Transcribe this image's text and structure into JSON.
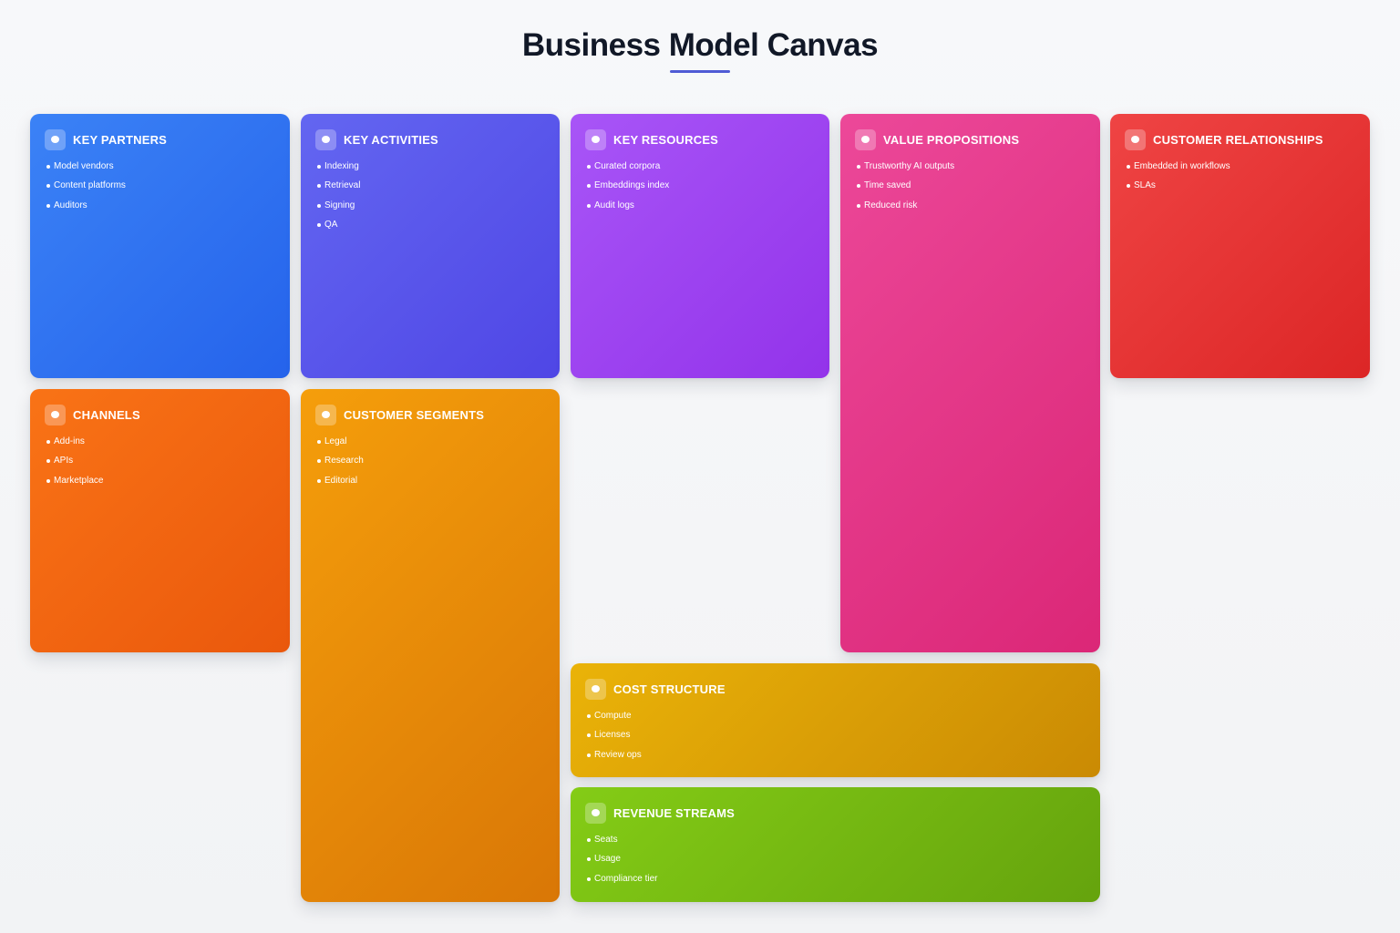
{
  "page": {
    "title": "Business Model Canvas",
    "accent_color": "#4f5bd5"
  },
  "blocks": {
    "key_partners": {
      "title": "KEY PARTNERS",
      "color": "#3b82f6",
      "icon": "dot-icon",
      "items": [
        "Model vendors",
        "Content platforms",
        "Auditors"
      ]
    },
    "key_activities": {
      "title": "KEY ACTIVITIES",
      "color": "#6366f1",
      "icon": "dot-icon",
      "items": [
        "Indexing",
        "Retrieval",
        "Signing",
        "QA"
      ]
    },
    "key_resources": {
      "title": "KEY RESOURCES",
      "color": "#a855f7",
      "icon": "dot-icon",
      "items": [
        "Curated corpora",
        "Embeddings index",
        "Audit logs"
      ]
    },
    "value_propositions": {
      "title": "VALUE PROPOSITIONS",
      "color": "#ec4899",
      "icon": "dot-icon",
      "items": [
        "Trustworthy AI outputs",
        "Time saved",
        "Reduced risk"
      ]
    },
    "customer_relationships": {
      "title": "CUSTOMER RELATIONSHIPS",
      "color": "#ef4444",
      "icon": "dot-icon",
      "items": [
        "Embedded in workflows",
        "SLAs"
      ]
    },
    "channels": {
      "title": "CHANNELS",
      "color": "#f97316",
      "icon": "dot-icon",
      "items": [
        "Add-ins",
        "APIs",
        "Marketplace"
      ]
    },
    "customer_segments": {
      "title": "CUSTOMER SEGMENTS",
      "color": "#f59e0b",
      "icon": "dot-icon",
      "items": [
        "Legal",
        "Research",
        "Editorial"
      ]
    },
    "cost_structure": {
      "title": "COST STRUCTURE",
      "color": "#eab308",
      "icon": "dot-icon",
      "items": [
        "Compute",
        "Licenses",
        "Review ops"
      ]
    },
    "revenue_streams": {
      "title": "REVENUE STREAMS",
      "color": "#84cc16",
      "icon": "dot-icon",
      "items": [
        "Seats",
        "Usage",
        "Compliance tier"
      ]
    }
  }
}
